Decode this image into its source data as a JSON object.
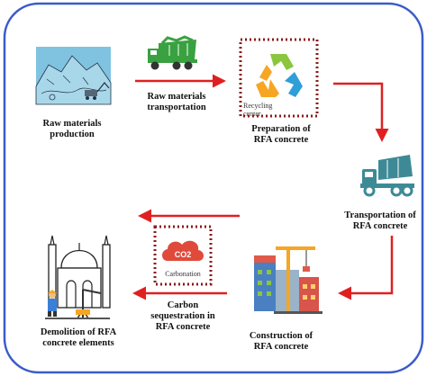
{
  "colors": {
    "frame": "#3b5bc8",
    "arrow": "#e02020",
    "dotted": "#8b1a1a",
    "truck_green": "#3aa141",
    "truck_teal": "#3d8a96",
    "co2_red": "#e04a3a"
  },
  "steps": {
    "raw_materials_production": "Raw materials\nproduction",
    "raw_materials_transportation": "Raw materials\ntransportation",
    "recycling_center": "Recycling\ncenter",
    "preparation_rfa": "Preparation of\nRFA concrete",
    "transportation_rfa": "Transportation of\nRFA concrete",
    "construction_rfa": "Construction of\nRFA concrete",
    "carbon_sequestration": "Carbon\nsequestration in\nRFA concrete",
    "carbonation": "Carbonation",
    "demolition_rfa": "Demolition of RFA\nconcrete elements"
  },
  "icons": {
    "production": "quarry-excavator-icon",
    "truck1": "green-dump-truck-icon",
    "recycle": "recycle-icon",
    "truck2": "concrete-mixer-truck-icon",
    "construction": "building-crane-icon",
    "co2": "co2-cloud-icon",
    "demolition": "demolition-building-icon"
  },
  "co2_text": "CO2"
}
